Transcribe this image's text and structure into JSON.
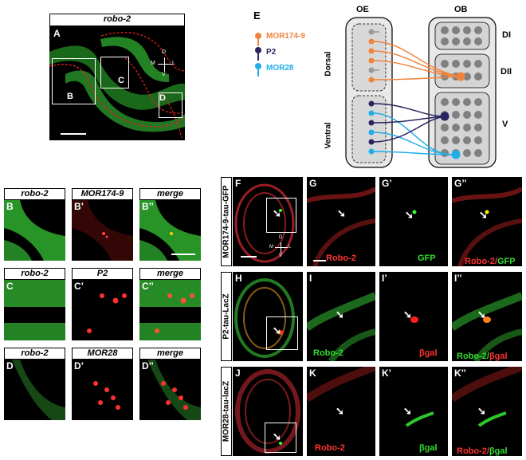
{
  "panel_A": {
    "header": "robo-2",
    "label": "A",
    "box_b": "B",
    "box_c": "C",
    "box_d": "D",
    "axis": {
      "d": "D",
      "v": "V",
      "m": "M",
      "l": "L"
    }
  },
  "panel_E": {
    "label": "E",
    "oe": "OE",
    "ob": "OB",
    "dorsal": "Dorsal",
    "ventral": "Ventral",
    "di": "DI",
    "dii": "DII",
    "v": "V",
    "legend": [
      {
        "name": "MOR174-9",
        "color": "#f0843c"
      },
      {
        "name": "P2",
        "color": "#2a2560"
      },
      {
        "name": "MOR28",
        "color": "#22aee8"
      }
    ]
  },
  "rows_BCD": [
    {
      "headers": [
        "robo-2",
        "MOR174-9",
        "merge"
      ],
      "labels": [
        "B",
        "B’",
        "B’’"
      ]
    },
    {
      "headers": [
        "robo-2",
        "P2",
        "merge"
      ],
      "labels": [
        "C",
        "C’",
        "C’’"
      ]
    },
    {
      "headers": [
        "robo-2",
        "MOR28",
        "merge"
      ],
      "labels": [
        "D",
        "D’",
        "D’’"
      ]
    }
  ],
  "rows_FK": [
    {
      "side": "MOR174-9-tau-GFP",
      "labels": [
        "F",
        "G",
        "G’",
        "G’’"
      ],
      "chan": [
        "Robo-2",
        "GFP",
        "Robo-2/",
        "GFP"
      ],
      "axis": {
        "d": "D",
        "v": "V",
        "m": "M",
        "l": "L"
      }
    },
    {
      "side": "P2-tau-LacZ",
      "labels": [
        "H",
        "I",
        "I’",
        "I’’"
      ],
      "chan": [
        "Robo-2",
        "βgal",
        "Robo-2/",
        "βgal"
      ]
    },
    {
      "side": "MOR28-tau-lacZ",
      "labels": [
        "J",
        "K",
        "K’",
        "K’’"
      ],
      "chan": [
        "Robo-2",
        "βgal",
        "Robo-2/",
        "βgal"
      ]
    }
  ],
  "colors": {
    "robo_green": "#2fae2f",
    "robo_red": "#c0262e",
    "outline_red": "#e02020",
    "oe_box": "#e8e8e8",
    "glom": "#808080"
  }
}
